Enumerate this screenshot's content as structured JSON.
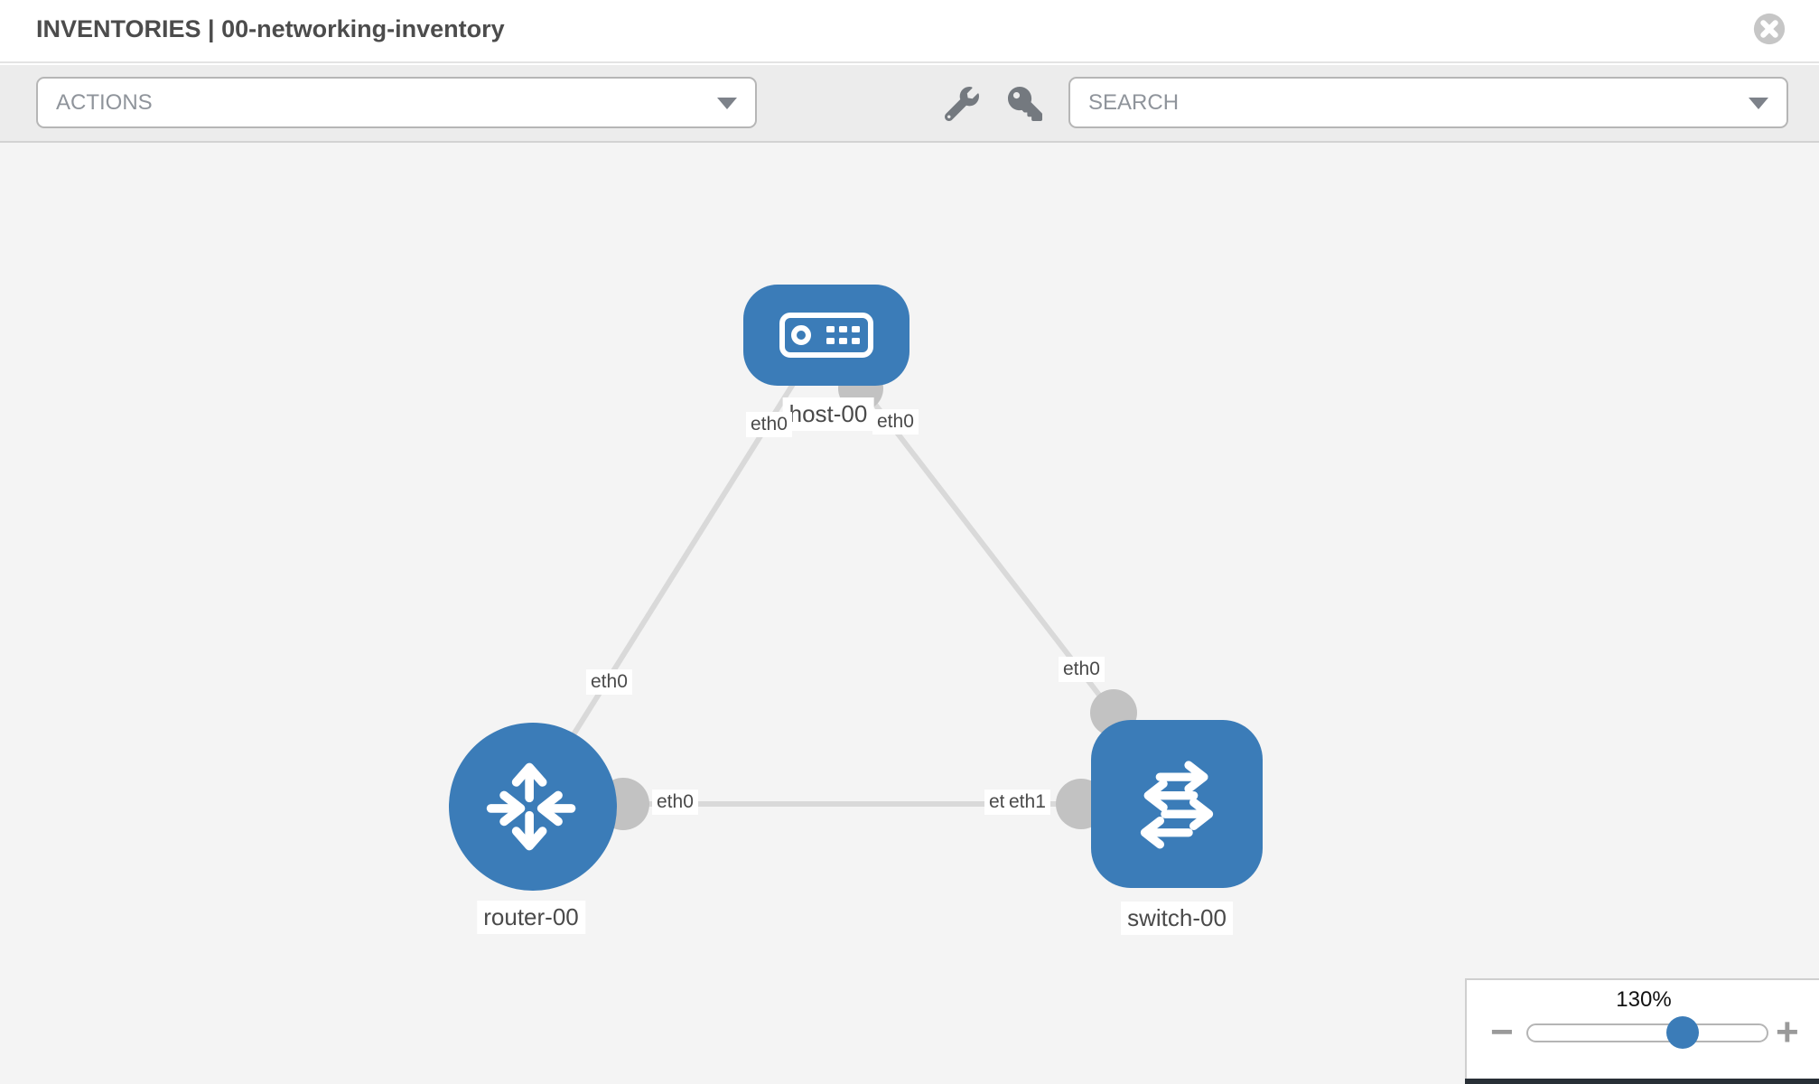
{
  "header": {
    "title": "INVENTORIES | 00-networking-inventory"
  },
  "toolbar": {
    "actions_label": "ACTIONS",
    "search_label": "SEARCH",
    "icons": [
      "wrench-icon",
      "key-icon"
    ]
  },
  "topology": {
    "nodes": [
      {
        "id": "host-00",
        "type": "host",
        "label": "host-00"
      },
      {
        "id": "router-00",
        "type": "router",
        "label": "router-00"
      },
      {
        "id": "switch-00",
        "type": "switch",
        "label": "switch-00"
      }
    ],
    "links": [
      {
        "from": "host-00",
        "from_iface": "eth0",
        "to": "router-00",
        "to_iface": "eth0"
      },
      {
        "from": "host-00",
        "from_iface": "eth0",
        "to": "switch-00",
        "to_iface": "eth0"
      },
      {
        "from": "router-00",
        "from_iface": "eth0",
        "to": "switch-00",
        "to_iface": "eth1"
      }
    ],
    "iface_labels": {
      "host_router_at_host": "eth0",
      "host_router_at_router": "eth0",
      "host_switch_at_host": "eth0",
      "host_switch_at_switch": "eth0",
      "router_switch_at_router": "eth0",
      "router_switch_at_switch_under": "eth0",
      "router_switch_at_switch_over": "eth1"
    }
  },
  "zoom_control": {
    "level": "130%",
    "minus_label": "−",
    "plus_label": "+"
  },
  "colors": {
    "node_blue": "#3b7cb8",
    "link_gray": "#d9d9d9",
    "connector_gray": "#c2c2c2",
    "canvas_bg": "#f4f4f4",
    "toolbar_bg": "#ececec",
    "title_text": "#4c4c4c",
    "dropdown_text": "#8f949b"
  }
}
